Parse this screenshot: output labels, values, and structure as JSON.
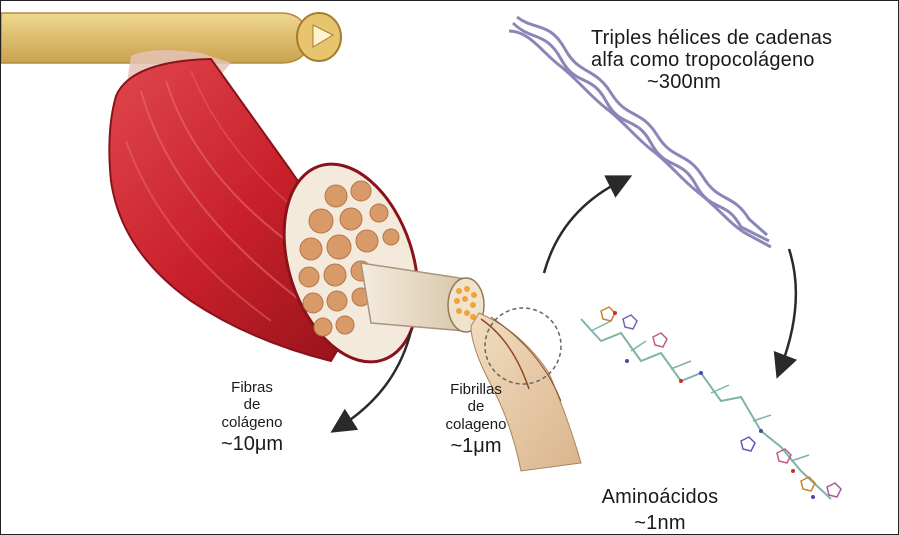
{
  "labels": {
    "tropocollagen": {
      "line1": "Triples hélices de cadenas",
      "line2": "alfa como tropocolágeno",
      "size": "~300nm"
    },
    "fibers": {
      "line1": "Fibras",
      "line2": "de",
      "line3": "colágeno",
      "size": "~10μm"
    },
    "fibrils": {
      "line1": "Fibrillas",
      "line2": "de",
      "line3": "colageno",
      "size": "~1μm"
    },
    "aminoacids": {
      "line1": "Aminoácidos",
      "size": "~1nm"
    }
  },
  "colors": {
    "tendon": "#d9b96a",
    "muscle": "#c8202a",
    "fascicle": "#d99a6a",
    "helix": "#8a86b8",
    "arrow": "#2a2a2a"
  }
}
